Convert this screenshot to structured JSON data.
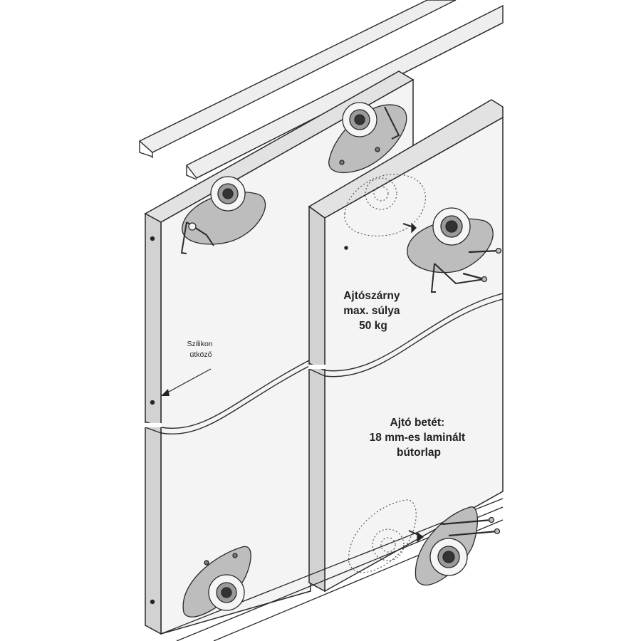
{
  "labels": {
    "silicone_stop": [
      "Szilikon",
      "ütköző"
    ],
    "door_weight": [
      "Ajtószárny",
      "max. súlya",
      "50 kg"
    ],
    "door_insert": [
      "Ajtó betét:",
      "18 mm-es laminált",
      "bútorlap"
    ]
  },
  "colors": {
    "panel_face": "#f4f4f4",
    "panel_edge": "#d2d2d2",
    "panel_top": "#e2e2e2",
    "rail": "#eeeeee",
    "hardware": "#bdbdbd",
    "line": "#2a2a2a"
  }
}
